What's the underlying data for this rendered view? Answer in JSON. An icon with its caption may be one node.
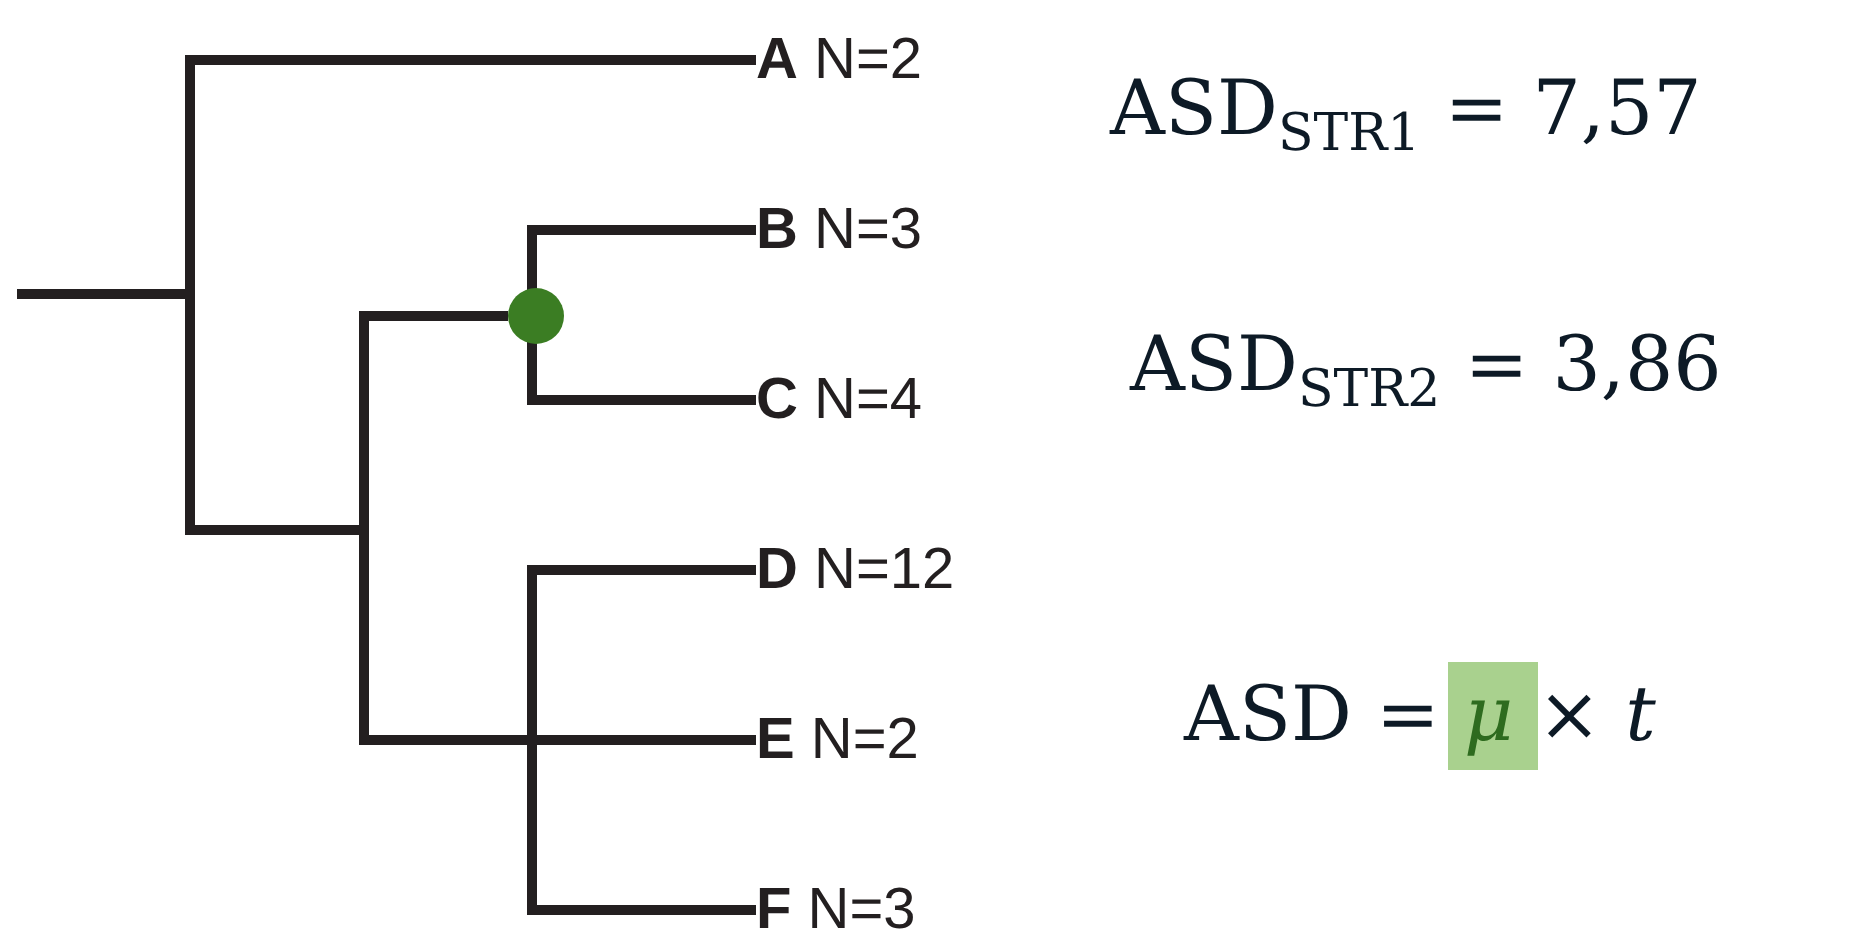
{
  "diagram": {
    "nodes": [
      {
        "text": [
          "**A** N=2"
        ]
      },
      {
        "text": [
          "**B** N=3"
        ]
      },
      {
        "text": [],
        "shape": "circle"
      },
      {
        "text": [
          "**C** N=4"
        ]
      },
      {
        "text": [
          "**D** N=12"
        ]
      },
      {
        "text": [
          "**E** N=2"
        ]
      },
      {
        "text": [
          "**F** N=3"
        ]
      }
    ],
    "edges": [
      {
        "from": null,
        "to": 0,
        "arrow": "none"
      },
      {
        "from": 2,
        "to": 1,
        "arrow": "none"
      },
      {
        "from": 2,
        "to": 3,
        "arrow": "none"
      },
      {
        "from": null,
        "to": 4,
        "arrow": "none"
      },
      {
        "from": null,
        "to": 5,
        "arrow": "none"
      },
      {
        "from": null,
        "to": 6,
        "arrow": "none"
      },
      {
        "from": null,
        "to": 2,
        "arrow": "none"
      }
    ],
    "labels": [
      "ASD$_{STR1}$ = 7,57",
      "ASD$_{STR2}$ = 3,86",
      "ASD = *μ* × *t*"
    ]
  }
}
